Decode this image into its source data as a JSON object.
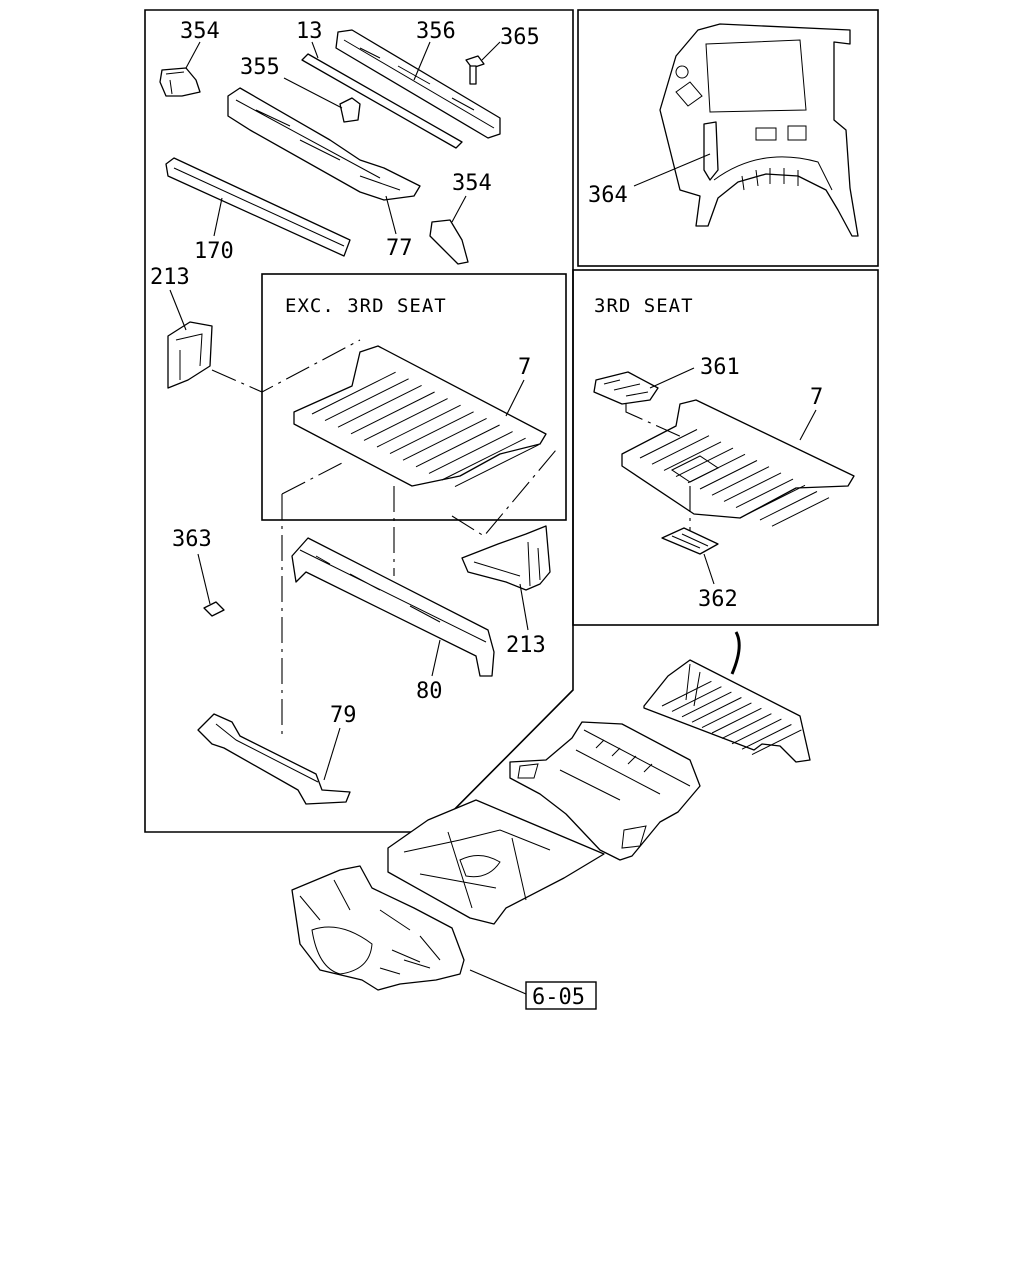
{
  "sections": {
    "exc_3rd_seat": "EXC. 3RD SEAT",
    "3rd_seat": "3RD SEAT"
  },
  "callouts": {
    "p354_a": "354",
    "p13": "13",
    "p356": "356",
    "p365": "365",
    "p355": "355",
    "p354_b": "354",
    "p170": "170",
    "p77": "77",
    "p213_a": "213",
    "p7_a": "7",
    "p363": "363",
    "p213_b": "213",
    "p80": "80",
    "p79": "79",
    "p364": "364",
    "p361": "361",
    "p7_b": "7",
    "p362": "362"
  },
  "reference": {
    "label": "6-05"
  }
}
